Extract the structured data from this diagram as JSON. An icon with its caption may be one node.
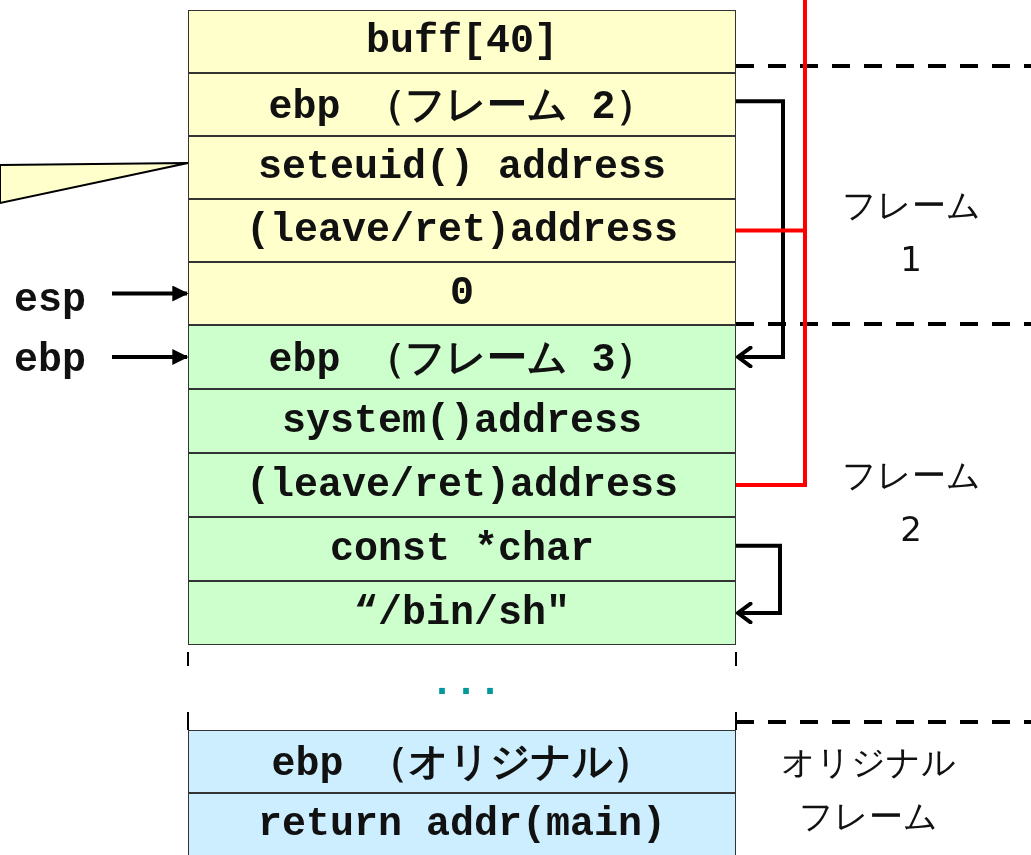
{
  "diagram": {
    "nodes": [
      {
        "text": [
          "buff[40]"
        ]
      },
      {
        "text": [
          "ebp （フレーム 2）"
        ]
      },
      {
        "text": [
          "seteuid() address"
        ]
      },
      {
        "text": [
          "(leave/ret)address"
        ]
      },
      {
        "text": [
          "0"
        ]
      },
      {
        "text": [
          "ebp （フレーム 3）"
        ]
      },
      {
        "text": [
          "system()address"
        ]
      },
      {
        "text": [
          "(leave/ret)address"
        ]
      },
      {
        "text": [
          "const *char"
        ]
      },
      {
        "text": [
          "“/bin/sh\""
        ]
      },
      {
        "text": [
          "ebp （オリジナル）"
        ]
      },
      {
        "text": [
          "return addr(main)"
        ]
      },
      {
        "text": [],
        "shape": "callout"
      },
      {
        "text": [
          "esp"
        ]
      },
      {
        "text": [
          "ebp"
        ]
      }
    ],
    "edges": [
      {
        "from": 13,
        "to": 4,
        "arrow": "to"
      },
      {
        "from": 14,
        "to": 5,
        "arrow": "to"
      },
      {
        "from": 1,
        "to": 5,
        "arrow": "to"
      },
      {
        "from": 8,
        "to": 9,
        "arrow": "to"
      },
      {
        "from": 3,
        "to": null,
        "arrow": "none",
        "color": "#ff0000"
      },
      {
        "from": 7,
        "to": null,
        "arrow": "none",
        "color": "#ff0000"
      }
    ],
    "labels": [
      "フレーム1",
      "フレーム2",
      "...",
      "オリジナルフレーム"
    ]
  }
}
